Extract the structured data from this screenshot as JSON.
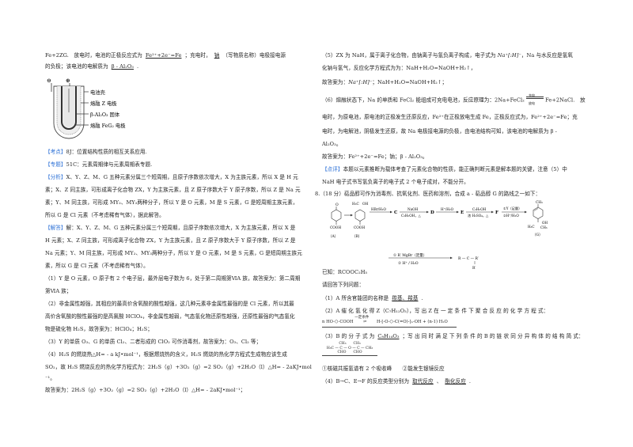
{
  "left": {
    "l1": {
      "pre": "Fe+2ZG.　放电时，电池的正极反应式为",
      "ans1": "Fe²⁺+2e⁻=Fe",
      "mid": "；充电时，",
      "ans2": "钠",
      "post": "（写物质名称）电极接电源"
    },
    "l2": {
      "pre": "的负极；该电池的电解质为",
      "ans": "β - Al₂O₃",
      "post": "."
    },
    "diagram": {
      "neg": "⊖",
      "pos": "⊕",
      "labels": [
        "电池壳",
        "熔融 Z 电极",
        "β-Al₂O₃ 固体",
        "熔融 FeG₂ 电极"
      ]
    },
    "kaodian": {
      "tag": "【考点】",
      "text": "8J：位置结构性质的相互关系应用."
    },
    "zhuanti": {
      "tag": "【专题】",
      "text": "51C：元素周期律与元素周期表专题."
    },
    "fenxi": {
      "tag": "【分析】",
      "lines": [
        "X、Y、Z、M、G 五种元素分属三个短周期，且原子序数依次增大，X 为主族元素，所以 X 是 H 元",
        "素；X、Z 同主族，可形成离子化合物 ZX，Y 为主族元素，且 Z 原子序数大于 Y 原子序数，所以 Z 是 Na 元",
        "素；Y、M 同主族，可形成 MY₂、MY₃两种分子，所以 Y 是 O 元素，M 是 S 元素，G 是短周期主族元素，",
        "所以 G 是 Cl 元素（不考虑稀有气体），据此解答。"
      ]
    },
    "jieda": {
      "tag": "【解答】",
      "lines": [
        "解：X、Y、Z、M、G 五种元素分属三个短周期，且原子序数依次增大，X 为主族元素，所以 X 是",
        "H 元素；X、Z 同主族，可形成离子化合物 ZX，Y 为主族元素，且 Z 原子序数大于 Y 原子序数，所以 Z 是",
        "Na 元素；Y、M 同主族，可形成 MY₂、MY₃两种分子，所以 Y 是 O 元素，M 是 S 元素，G 是短周期主族元",
        "素，所以 G 是 Cl 元素（不考虑稀有气体）。"
      ]
    },
    "q1": [
      "（1）Y 是 O 元素，O 原子有 2 个电子层，最外层电子数为 6，处于第二周期第ⅥA 族，故答案为：第二周期",
      "第ⅥA 族；"
    ],
    "q2": [
      "（2）非金属性越强，其相应的最高价含氧酸的酸性越强，这几种元素非金属性最强的是 Cl 元素，所以其最",
      "高价含氧酸的酸性最强的是高氯酸 HClO₄，非金属性越弱，气态氢化物还原性越强，还原性最强的气态氢化",
      "物是硫化物 H₂S，故答案为：HClO₄；H₂S；"
    ],
    "q3": [
      "（3）Y 的单质 O₃、G 的单质 Cl₂、二者形成的 ClO₂ 可作消毒剂，故答案为：O₃、Cl₂ 等；"
    ],
    "q4": [
      "（4）H₂S 的燃烧热△H= - a kJ•mol⁻¹，根据燃烧热的含义，H₂S 燃烧的热化学方程式生成物应该生成",
      "SO₂，故 H₂S 燃烧反应的热化学方程式为：2H₂S（g）+3O₂（g）=2 SO₂（g）+2H₂O（l）△H= - 2aKJ•mol",
      "⁻¹。",
      "故答案为：2H₂S（g）+3O₂（g）=2 SO₂（g）+2H₂O（l）△H= - 2aKJ•mol⁻¹；"
    ]
  },
  "right": {
    "q5": [
      "（5）ZX 为 NaH，属于离子化合物，由钠离子与氢负离子构成，电子式为",
      "，Na 与水反应是氢氧",
      "化钠与氢气，反应化学方程式为为：NaH+H₂O=NaOH+H₂↑，",
      "故答案为：",
      "；NaH+H₂O=NaOH+H₂↑；"
    ],
    "electron_formula": "Na⁺[:H]⁻",
    "q6": [
      "（6）熔融状态下，Na 的单质和 FeCl₂ 能组成可充电电池，反应原理为：2Na+FeCl₂",
      "Fe+2NaCl.　放",
      "电时，为原电池，原电池的正极发生还原反应，Fe²⁺在正极放电生成 Fe，正极反应式为，Fe²⁺+2e⁻=Fe；充",
      "电时，为电解池，阴极发生还原，故 Na 电极接电源的负极，由电池结构可知，该电池的电解质为 β -",
      "Al₂O₃。",
      "故答案为：Fe²⁺+2e⁻=Fe；钠；β - Al₂O₃。"
    ],
    "arrow_top": "充电",
    "arrow_bottom": "放电",
    "dianping": {
      "tag": "【点评】",
      "lines": [
        "本题以元素推断为载体考查了元素化合物的性质，能正确判断元素是解本题的关键，注意（5）中",
        "NaH 电子式书写氢负离子的电子式 2 个电子成对，不能分开。"
      ]
    },
    "q8_intro": "8.（18 分）萜品醇可作为消毒剂、抗氧化剂、医药和溶剂，合成 a - 萜品醇 G 的路线之一如下：",
    "scheme": {
      "A_label": "（A）",
      "B_label": "（B）",
      "G_label": "（G）",
      "cooh": "COOH",
      "h3c_oh": "H₃C　OH",
      "o": "O",
      "ch3": "CH₃",
      "r1_top": "HBr/H₂O",
      "C": "C",
      "r2_top": "NaOH",
      "r2_bot": "C₂H₅OH，△",
      "D": "D",
      "r3_top": "H⁺/H₂O",
      "E": "E",
      "r4_top": "C₂H₅OH",
      "r4_bot": "浓 H₂SO₄，△",
      "F": "F",
      "r5_top": "①Y（足量）",
      "r5_bot": "②H⁺/H₂O",
      "g_sub1": "H₃C",
      "g_sub2": "OH",
      "g_sub3": "CH₃"
    },
    "known": {
      "top": "① R′ MgBr（足量）",
      "bottom": "② H⁺ / H₂O",
      "label": "已知：RCOOC₂H₅",
      "product_oh": "OH",
      "product_mid": "R — C — R′",
      "product_r": "R′"
    },
    "please": "请回答下列问题：",
    "a1": {
      "pre": "（1）A 所含官能团的名称是",
      "ans": "羰基、羧基",
      "post": "."
    },
    "a2": {
      "text": "（2）A 催 化 氢 化 得 Z（C₇H₁₂O₃），写 出 Z 在 一 定 条 件 下 聚 合 反 应 的 化 学 方 程 式：",
      "cond": "一定条件",
      "eq_left": "n HO-⬡-COOH",
      "eq_right": "H-[-O-⬡-C(=O)-]ₙ-OH + (n-1) H₂O"
    },
    "a3": {
      "pre": "（3）B 的 分 子 式 为",
      "ans": "C₈H₁₄O₃",
      "post": "；写 出 同 时 满 足 下 列 条 件 的 B 的 链 状 同 分 异 构 体 的 结 构 简 式：",
      "struct": [
        "CH₃　　CH₃",
        "H₃C — C — O — C — CH₃",
        "CHO　　CHO"
      ],
      "conditions": "①核磁共振氢谱有 2 个吸收峰　　②能发生银镜反应"
    },
    "a4": {
      "pre": "（4）B→C、E→F 的反应类型分别为",
      "ans1": "取代反应",
      "sep": "、",
      "ans2": "酯化反应",
      "post": "."
    }
  }
}
